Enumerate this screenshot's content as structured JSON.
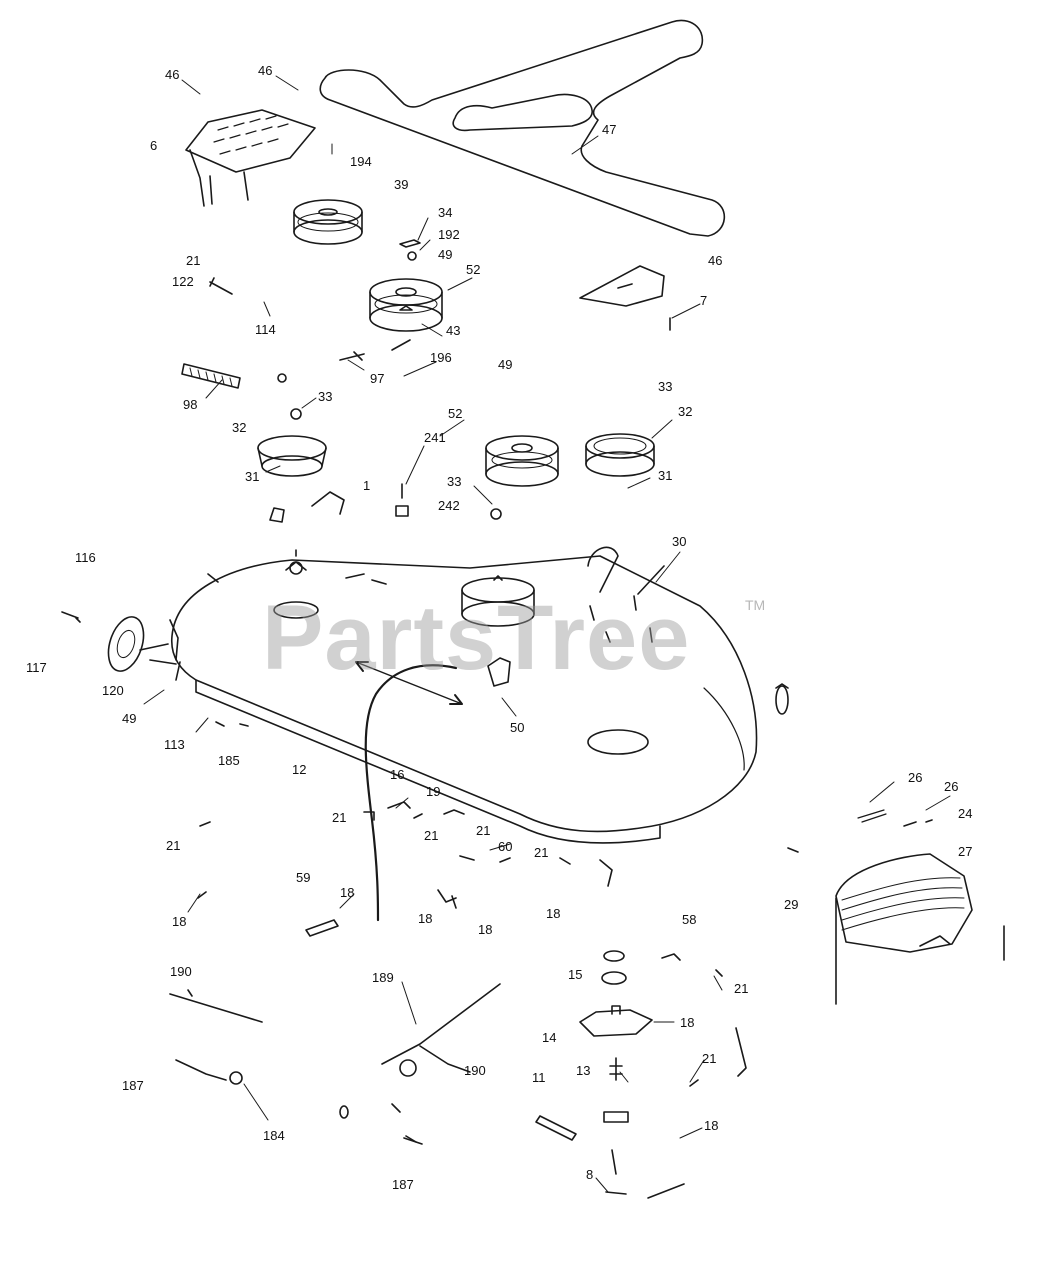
{
  "watermark": {
    "text": "PartsTree",
    "trademark": "TM"
  },
  "callouts": [
    {
      "id": "c-46a",
      "text": "46"
    },
    {
      "id": "c-46b",
      "text": "46"
    },
    {
      "id": "c-6",
      "text": "6"
    },
    {
      "id": "c-194",
      "text": "194"
    },
    {
      "id": "c-47",
      "text": "47"
    },
    {
      "id": "c-39",
      "text": "39"
    },
    {
      "id": "c-34",
      "text": "34"
    },
    {
      "id": "c-192",
      "text": "192"
    },
    {
      "id": "c-49a",
      "text": "49"
    },
    {
      "id": "c-46c",
      "text": "46"
    },
    {
      "id": "c-21a",
      "text": "21"
    },
    {
      "id": "c-122",
      "text": "122"
    },
    {
      "id": "c-52a",
      "text": "52"
    },
    {
      "id": "c-7",
      "text": "7"
    },
    {
      "id": "c-114",
      "text": "114"
    },
    {
      "id": "c-43",
      "text": "43"
    },
    {
      "id": "c-196",
      "text": "196"
    },
    {
      "id": "c-97",
      "text": "97"
    },
    {
      "id": "c-49b",
      "text": "49"
    },
    {
      "id": "c-33a",
      "text": "33"
    },
    {
      "id": "c-98",
      "text": "98"
    },
    {
      "id": "c-33b",
      "text": "33"
    },
    {
      "id": "c-52b",
      "text": "52"
    },
    {
      "id": "c-32a",
      "text": "32"
    },
    {
      "id": "c-241",
      "text": "241"
    },
    {
      "id": "c-32b",
      "text": "32"
    },
    {
      "id": "c-31a",
      "text": "31"
    },
    {
      "id": "c-1",
      "text": "1"
    },
    {
      "id": "c-33c",
      "text": "33"
    },
    {
      "id": "c-31b",
      "text": "31"
    },
    {
      "id": "c-242",
      "text": "242"
    },
    {
      "id": "c-30",
      "text": "30"
    },
    {
      "id": "c-116",
      "text": "116"
    },
    {
      "id": "c-117",
      "text": "117"
    },
    {
      "id": "c-120",
      "text": "120"
    },
    {
      "id": "c-49c",
      "text": "49"
    },
    {
      "id": "c-50",
      "text": "50"
    },
    {
      "id": "c-113",
      "text": "113"
    },
    {
      "id": "c-185",
      "text": "185"
    },
    {
      "id": "c-12",
      "text": "12"
    },
    {
      "id": "c-16",
      "text": "16"
    },
    {
      "id": "c-26a",
      "text": "26"
    },
    {
      "id": "c-26b",
      "text": "26"
    },
    {
      "id": "c-19",
      "text": "19"
    },
    {
      "id": "c-21b",
      "text": "21"
    },
    {
      "id": "c-24",
      "text": "24"
    },
    {
      "id": "c-21c",
      "text": "21"
    },
    {
      "id": "c-21d",
      "text": "21"
    },
    {
      "id": "c-21e",
      "text": "21"
    },
    {
      "id": "c-60",
      "text": "60"
    },
    {
      "id": "c-21f",
      "text": "21"
    },
    {
      "id": "c-27",
      "text": "27"
    },
    {
      "id": "c-59",
      "text": "59"
    },
    {
      "id": "c-18a",
      "text": "18"
    },
    {
      "id": "c-29",
      "text": "29"
    },
    {
      "id": "c-18b",
      "text": "18"
    },
    {
      "id": "c-18c",
      "text": "18"
    },
    {
      "id": "c-18d",
      "text": "18"
    },
    {
      "id": "c-18e",
      "text": "18"
    },
    {
      "id": "c-58",
      "text": "58"
    },
    {
      "id": "c-190a",
      "text": "190"
    },
    {
      "id": "c-189",
      "text": "189"
    },
    {
      "id": "c-15",
      "text": "15"
    },
    {
      "id": "c-21g",
      "text": "21"
    },
    {
      "id": "c-14",
      "text": "14"
    },
    {
      "id": "c-18f",
      "text": "18"
    },
    {
      "id": "c-21h",
      "text": "21"
    },
    {
      "id": "c-190b",
      "text": "190"
    },
    {
      "id": "c-13",
      "text": "13"
    },
    {
      "id": "c-11",
      "text": "11"
    },
    {
      "id": "c-187a",
      "text": "187"
    },
    {
      "id": "c-18g",
      "text": "18"
    },
    {
      "id": "c-184",
      "text": "184"
    },
    {
      "id": "c-8",
      "text": "8"
    },
    {
      "id": "c-187b",
      "text": "187"
    }
  ],
  "colors": {
    "line": "#1a1a1a",
    "watermark": "#9a9a9a"
  }
}
